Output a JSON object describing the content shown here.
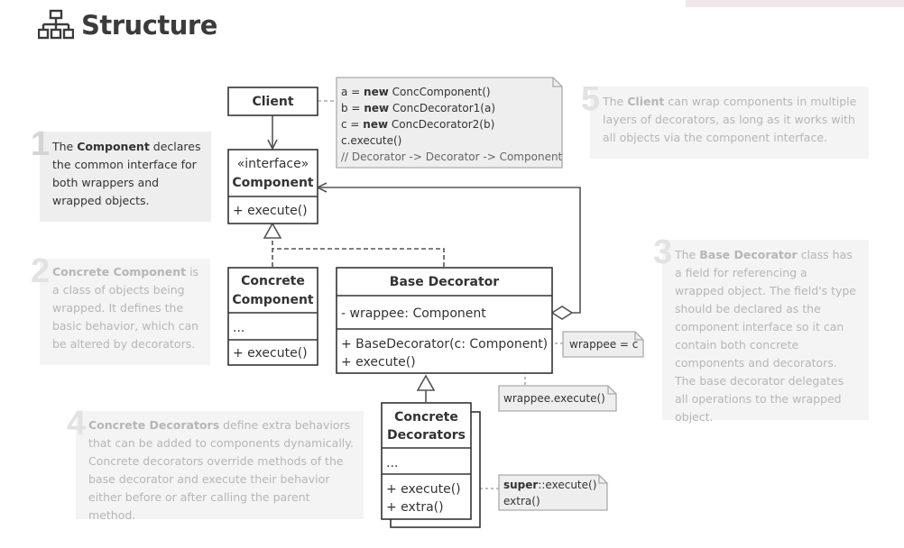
{
  "header": {
    "title": "Structure",
    "icon": "hierarchy-icon"
  },
  "notes": {
    "n1": {
      "num": "1",
      "pre": "The ",
      "bold": "Component",
      "post": " declares the common interface for both wrappers and wrapped objects."
    },
    "n2": {
      "num": "2",
      "pre": "",
      "bold": "Concrete Component",
      "post": " is a class of objects being wrapped. It defines the basic behavior, which can be altered by decorators."
    },
    "n3": {
      "num": "3",
      "pre": "The ",
      "bold": "Base Decorator",
      "post": " class has a field for referencing a wrapped object. The field's type should be declared as the component interface so it can contain both concrete components and decorators. The base decorator delegates all operations to the wrapped object."
    },
    "n4": {
      "num": "4",
      "pre": "",
      "bold": "Concrete Decorators",
      "post": " define extra behaviors that can be added to components dynamically. Concrete decorators override methods of the base decorator and execute their behavior either before or after calling the parent method."
    },
    "n5": {
      "num": "5",
      "pre": "The ",
      "bold": "Client",
      "post": " can wrap components in multiple layers of decorators, as long as it works with all objects via the component interface."
    }
  },
  "client": {
    "name": "Client"
  },
  "component": {
    "stereotype": "«interface»",
    "name": "Component",
    "method": "+ execute()"
  },
  "concrete_component": {
    "name1": "Concrete",
    "name2": "Component",
    "field": "...",
    "method": "+ execute()"
  },
  "base_decorator": {
    "name": "Base Decorator",
    "field": "- wrappee: Component",
    "method1": "+ BaseDecorator(c: Component)",
    "method2": "+ execute()"
  },
  "concrete_decorators": {
    "name1": "Concrete",
    "name2": "Decorators",
    "field": "...",
    "method1": "+ execute()",
    "method2": "+ extra()"
  },
  "client_code": {
    "l1_pre": "a = ",
    "l1_kw": "new",
    "l1_post": " ConcComponent()",
    "l2_pre": "b = ",
    "l2_kw": "new",
    "l2_post": " ConcDecorator1(a)",
    "l3_pre": "c = ",
    "l3_kw": "new",
    "l3_post": " ConcDecorator2(b)",
    "l4": "c.execute()",
    "l5": "// Decorator -> Decorator -> Component"
  },
  "memo_wrappee": {
    "text": "wrappee = c"
  },
  "memo_exec": {
    "text": "wrappee.execute()"
  },
  "memo_super": {
    "kw": "super",
    "post": "::execute()",
    "line2": "extra()"
  }
}
